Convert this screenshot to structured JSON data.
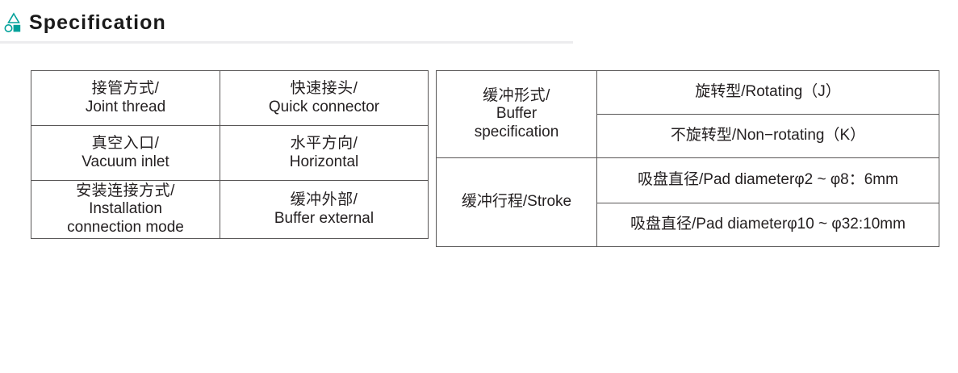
{
  "header": {
    "title": "Specification",
    "icon": "shapes-icon",
    "accent_color": "#00a19a",
    "rule_color": "#ececee"
  },
  "tables": [
    {
      "name": "connection-spec-table",
      "rows": [
        {
          "left": {
            "cn": "接管方式/",
            "en": "Joint thread"
          },
          "right": {
            "cn": "快速接头/",
            "en": "Quick connector"
          }
        },
        {
          "left": {
            "cn": "真空入口/",
            "en": "Vacuum inlet"
          },
          "right": {
            "cn": "水平方向/",
            "en": "Horizontal"
          }
        },
        {
          "left": {
            "cn": "安装连接方式/",
            "en": "Installation",
            "en2": "connection mode"
          },
          "right": {
            "cn": "缓冲外部/",
            "en": "Buffer external"
          }
        }
      ]
    },
    {
      "name": "buffer-spec-table",
      "groups": [
        {
          "label": {
            "cn": "缓冲形式/",
            "en": "Buffer",
            "en2": "specification"
          },
          "values": [
            "旋转型/Rotating（J）",
            "不旋转型/Non−rotating（K）"
          ]
        },
        {
          "label": {
            "cn": "缓冲行程/Stroke"
          },
          "values": [
            "吸盘直径/Pad diameterφ2 ~ φ8：6mm",
            "吸盘直径/Pad diameterφ10 ~ φ32:10mm"
          ]
        }
      ]
    }
  ]
}
